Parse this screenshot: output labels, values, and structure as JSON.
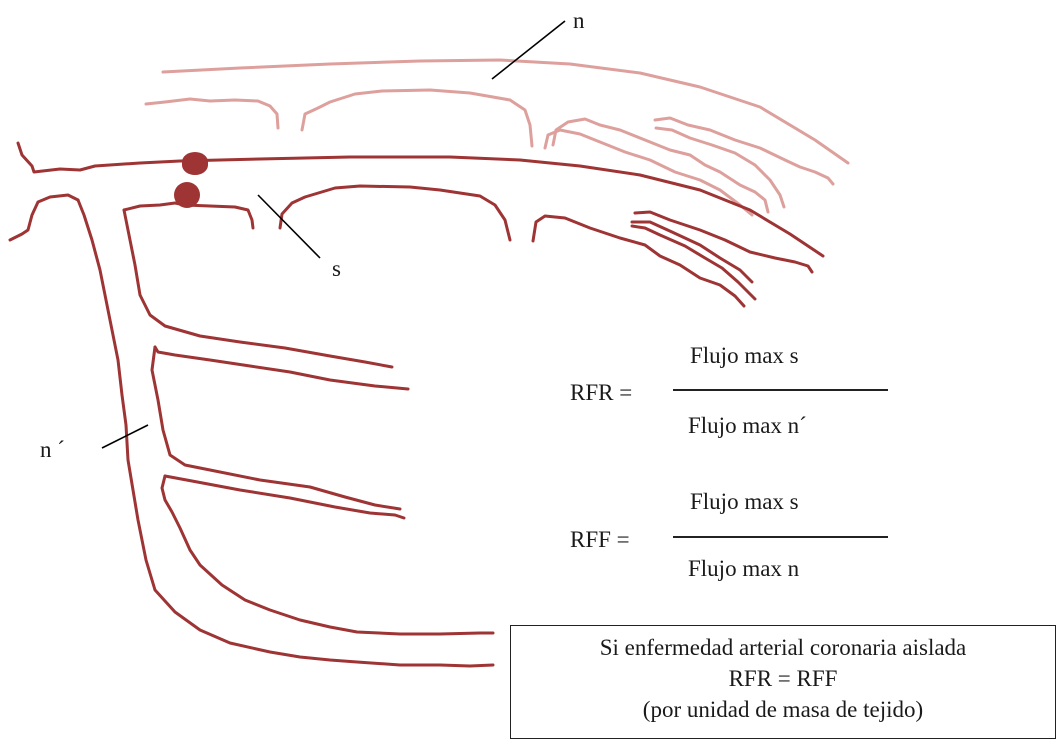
{
  "labels": {
    "n": "n",
    "s": "s",
    "n_prime": "n ´"
  },
  "formulas": {
    "rfr": {
      "lhs": "RFR =",
      "numerator": "Flujo max s",
      "denominator": "Flujo max n´"
    },
    "rff": {
      "lhs": "RFF =",
      "numerator": "Flujo max s",
      "denominator": "Flujo max n"
    }
  },
  "note": {
    "line1": "Si enfermedad arterial coronaria aislada",
    "line2": "RFR = RFF",
    "line3": "(por unidad de masa de tejido)"
  },
  "colors": {
    "normal_vessel": "#dda09c",
    "diseased_vessel": "#9e3434",
    "stenosis": "#9e3434",
    "text": "#1a1a1a"
  }
}
